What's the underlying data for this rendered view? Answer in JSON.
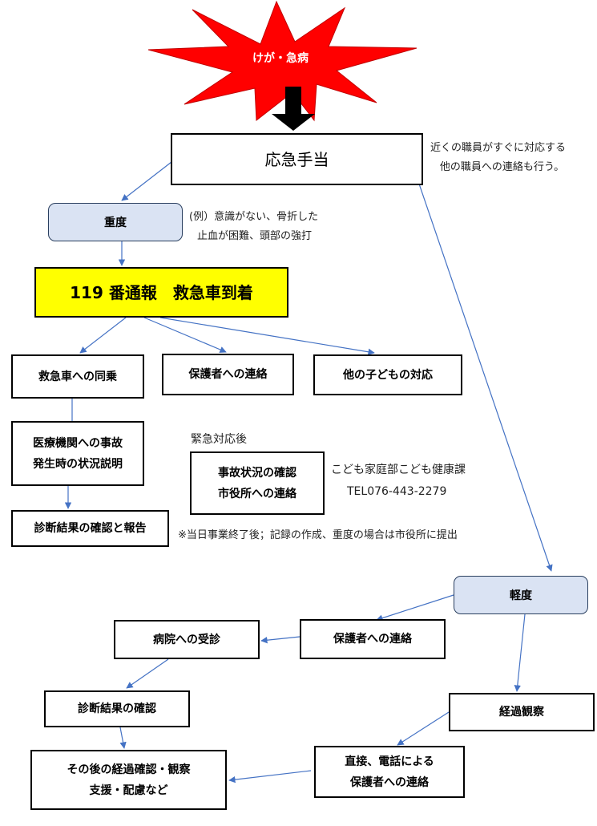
{
  "start": {
    "label": "けが・急病"
  },
  "first_aid": {
    "label": "応急手当",
    "note_lines": [
      "近くの職員がすぐに対応する",
      "他の職員への連絡も行う。"
    ]
  },
  "severe": {
    "label": "重度",
    "example_lines": [
      "(例）意識がない、骨折した",
      "止血が困難、頭部の強打"
    ],
    "call": "119 番通報　救急車到着",
    "ride": "救急車への同乗",
    "notify_guardian": "保護者への連絡",
    "other_children": "他の子どもの対応",
    "explain_lines": [
      "医療機関への事故",
      "発生時の状況説明"
    ],
    "diagnosis_report": "診断結果の確認と報告"
  },
  "after_emergency": {
    "heading": "緊急対応後",
    "box_lines": [
      "事故状況の確認",
      "市役所への連絡"
    ],
    "contact_lines": [
      "こども家庭部こども健康課",
      "TEL076‐443‐2279"
    ],
    "footnote": "※当日事業終了後；記録の作成、重度の場合は市役所に提出"
  },
  "mild": {
    "label": "軽度",
    "notify_guardian": "保護者への連絡",
    "hospital": "病院への受診",
    "diagnosis_check": "診断結果の確認",
    "followup_lines": [
      "その後の経過確認・観察",
      "支援・配慮など"
    ],
    "observe": "経過観察",
    "direct_lines": [
      "直接、電話による",
      "保護者への連絡"
    ]
  }
}
